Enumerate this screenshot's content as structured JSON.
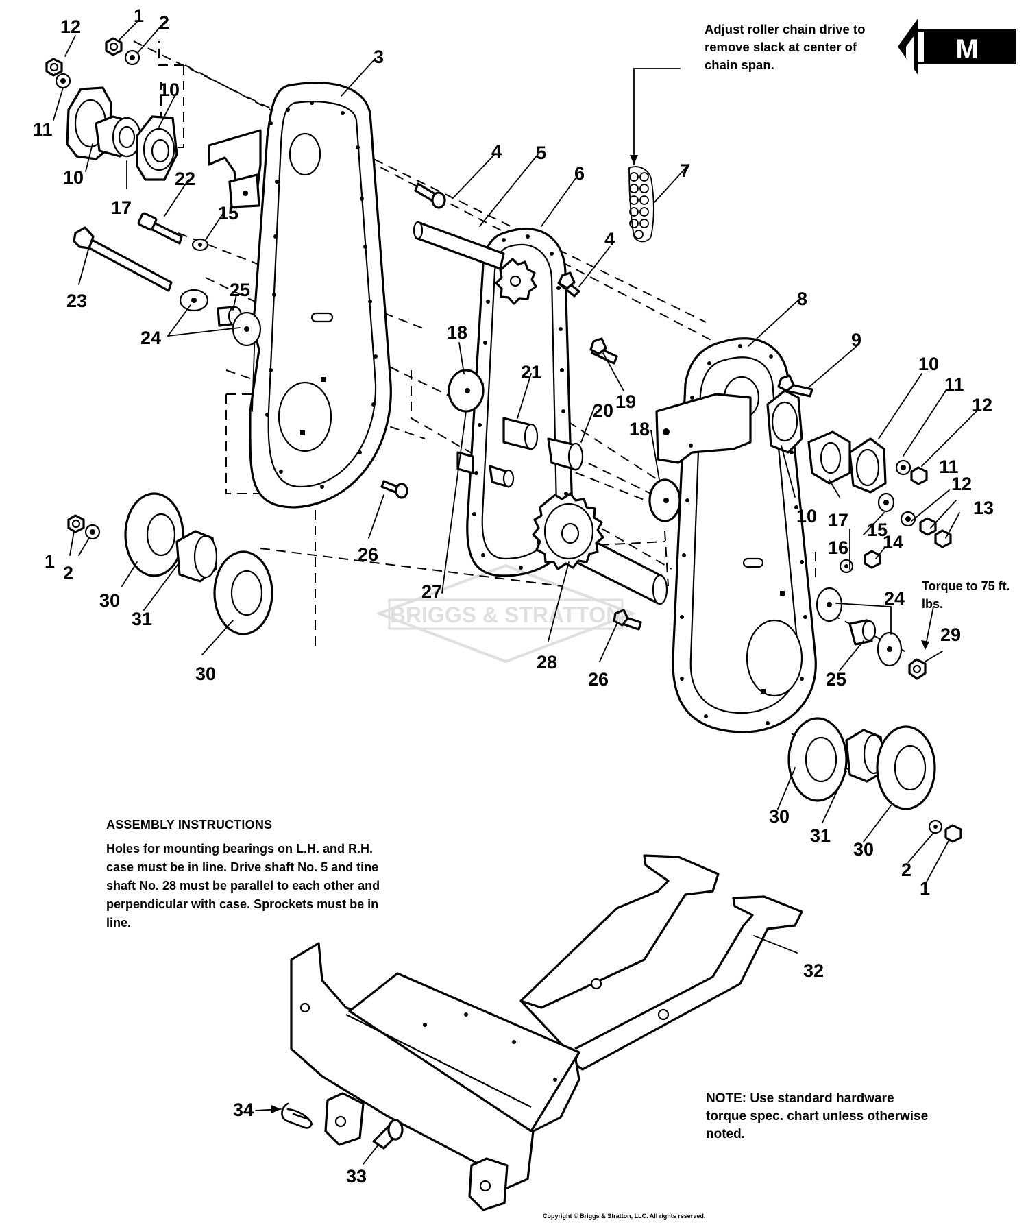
{
  "badge": {
    "letter": "M"
  },
  "notes": {
    "top": "Adjust roller chain drive to remove slack at center of chain span.",
    "torque": "Torque to 75 ft. lbs.",
    "assembly_title": "ASSEMBLY INSTRUCTIONS",
    "assembly_body": "Holes for mounting bearings on L.H. and R.H. case must be in line. Drive shaft No. 5 and tine shaft No. 28 must be parallel to each other and perpendicular with case. Sprockets must be in line.",
    "hardware": "NOTE: Use standard hardware torque spec. chart unless otherwise noted.",
    "copyright": "Copyright © Briggs & Stratton, LLC. All rights reserved."
  },
  "watermark": {
    "text": "BRIGGS & STRATTON"
  },
  "callouts": {
    "c12a": "12",
    "c1a": "1",
    "c2a": "2",
    "c3": "3",
    "c11a": "11",
    "c10a": "10",
    "c10b": "10",
    "c17a": "17",
    "c22": "22",
    "c15a": "15",
    "c23": "23",
    "c25a": "25",
    "c24a": "24",
    "c4a": "4",
    "c5": "5",
    "c6": "6",
    "c7": "7",
    "c4b": "4",
    "c8": "8",
    "c9": "9",
    "c18a": "18",
    "c21": "21",
    "c19": "19",
    "c20": "20",
    "c18b": "18",
    "c10c": "10",
    "c11b": "11",
    "c12b": "12",
    "c10d": "10",
    "c17b": "17",
    "c11c": "11",
    "c12c": "12",
    "c13": "13",
    "c15b": "15",
    "c16": "16",
    "c14": "14",
    "c24b": "24",
    "c29": "29",
    "c25b": "25",
    "c1b": "1",
    "c2b": "2",
    "c30a": "30",
    "c31a": "31",
    "c30b": "30",
    "c26a": "26",
    "c27": "27",
    "c28": "28",
    "c26b": "26",
    "c30c": "30",
    "c31b": "31",
    "c30d": "30",
    "c2c": "2",
    "c1c": "1",
    "c32": "32",
    "c34": "34",
    "c33": "33"
  }
}
